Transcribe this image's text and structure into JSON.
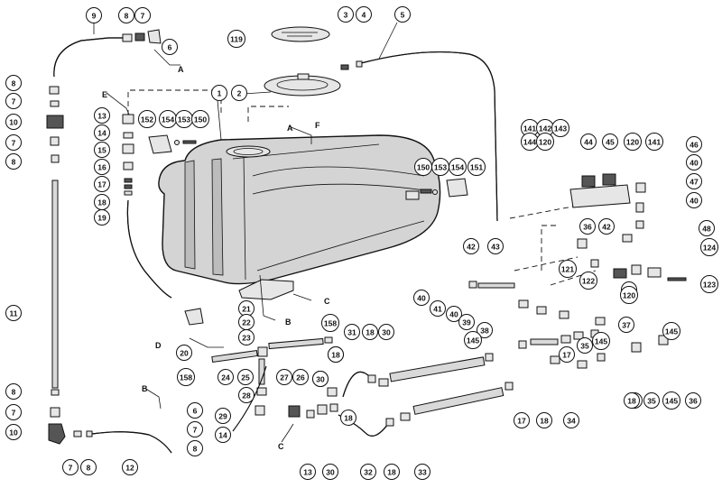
{
  "diagram": {
    "callout_labels": [
      "9",
      "8",
      "7",
      "6",
      "3",
      "4",
      "5",
      "119",
      "2",
      "1",
      "8",
      "7",
      "10",
      "7",
      "8",
      "13",
      "14",
      "15",
      "16",
      "17",
      "18",
      "19",
      "152",
      "154",
      "153",
      "150",
      "11",
      "8",
      "7",
      "10",
      "7",
      "8",
      "12",
      "6",
      "7",
      "8",
      "20",
      "21",
      "22",
      "23",
      "158",
      "24",
      "25",
      "26",
      "27",
      "28",
      "29",
      "14",
      "13",
      "30",
      "18",
      "30",
      "31",
      "18",
      "32",
      "18",
      "30",
      "33",
      "17",
      "18",
      "34",
      "17",
      "18",
      "35",
      "145",
      "36",
      "141",
      "142",
      "143",
      "144",
      "120",
      "44",
      "45",
      "120",
      "141",
      "46",
      "40",
      "47",
      "40",
      "48",
      "124",
      "123",
      "49",
      "122",
      "121",
      "36",
      "42",
      "42",
      "43",
      "40",
      "41",
      "40",
      "39",
      "38",
      "120",
      "37",
      "145",
      "145",
      "17",
      "35",
      "145",
      "150",
      "153",
      "154",
      "151",
      "30",
      "18",
      "158",
      "18"
    ],
    "letter_labels": [
      "A",
      "E",
      "F",
      "A",
      "B",
      "D",
      "C",
      "B",
      "C"
    ]
  }
}
